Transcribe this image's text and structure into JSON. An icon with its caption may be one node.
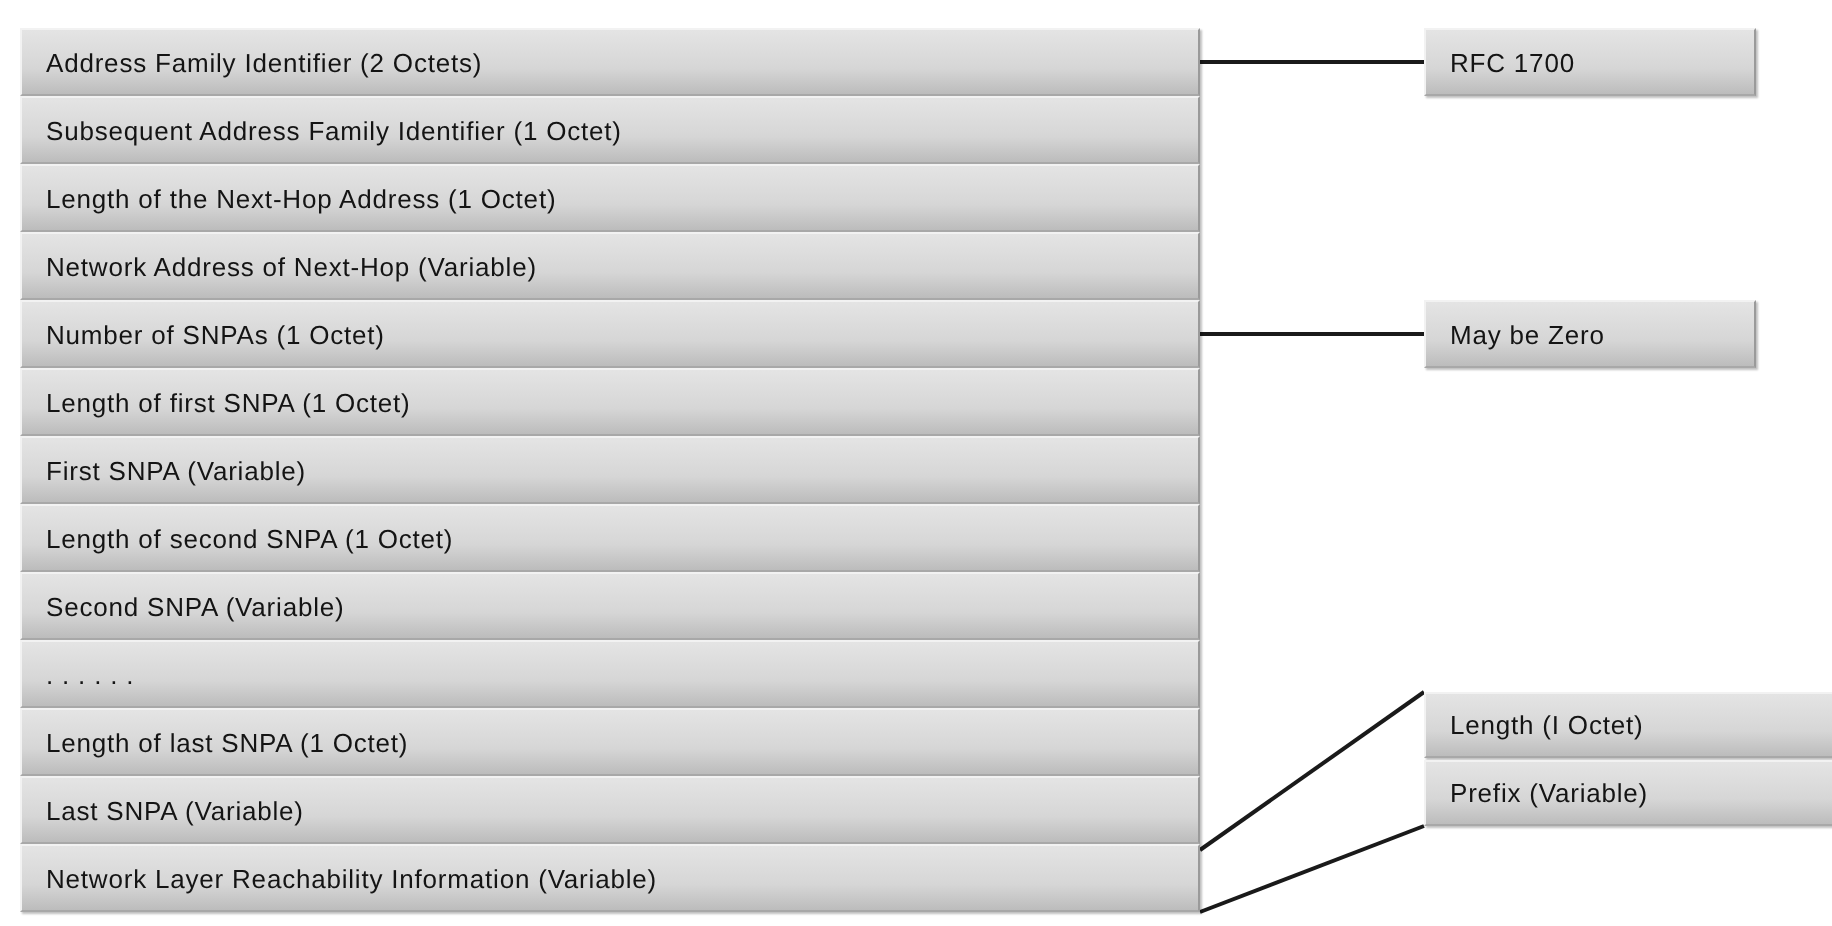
{
  "diagram": {
    "nodes": [
      {
        "text": [
          "Address Family Identifier (2 Octets)"
        ]
      },
      {
        "text": [
          "Subsequent Address Family Identifier (1 Octet)"
        ]
      },
      {
        "text": [
          "Length of the Next-Hop Address (1 Octet)"
        ]
      },
      {
        "text": [
          "Network Address of Next-Hop (Variable)"
        ]
      },
      {
        "text": [
          "Number of SNPAs (1 Octet)"
        ]
      },
      {
        "text": [
          "Length of first SNPA (1 Octet)"
        ]
      },
      {
        "text": [
          "First SNPA (Variable)"
        ]
      },
      {
        "text": [
          "Length of second SNPA (1 Octet)"
        ]
      },
      {
        "text": [
          "Second SNPA (Variable)"
        ]
      },
      {
        "text": [
          ". . . . . ."
        ]
      },
      {
        "text": [
          "Length of last SNPA (1 Octet)"
        ]
      },
      {
        "text": [
          "Last SNPA (Variable)"
        ]
      },
      {
        "text": [
          "Network Layer Reachability Information (Variable)"
        ]
      },
      {
        "text": [
          "RFC 1700"
        ]
      },
      {
        "text": [
          "May be Zero"
        ]
      },
      {
        "text": [
          "Length (I Octet)"
        ]
      },
      {
        "text": [
          "Prefix (Variable)"
        ]
      }
    ],
    "edges": [
      {
        "from": 0,
        "to": 13,
        "arrow": "none"
      },
      {
        "from": 4,
        "to": 14,
        "arrow": "none"
      },
      {
        "from": 12,
        "to": 15,
        "arrow": "none"
      },
      {
        "from": 12,
        "to": 16,
        "arrow": "none"
      }
    ]
  }
}
